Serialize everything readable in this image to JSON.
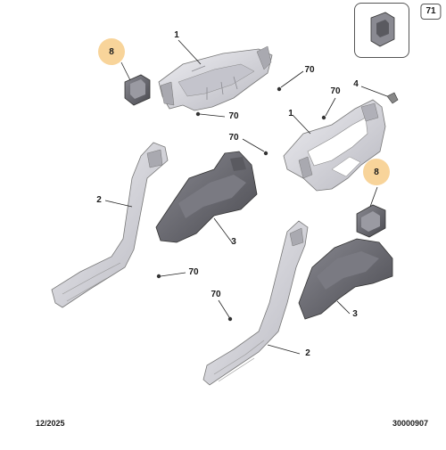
{
  "labels": {
    "part_1": "1",
    "part_2": "2",
    "part_3": "3",
    "part_4": "4",
    "part_8": "8",
    "part_70": "70",
    "part_71": "71"
  },
  "footer": {
    "date": "12/2025",
    "code": "30000907"
  },
  "colors": {
    "part_fill": "#d6d6dc",
    "part_dark": "#6e6e75",
    "highlight_badge": "#f8d49a",
    "leader_line": "#222222"
  }
}
